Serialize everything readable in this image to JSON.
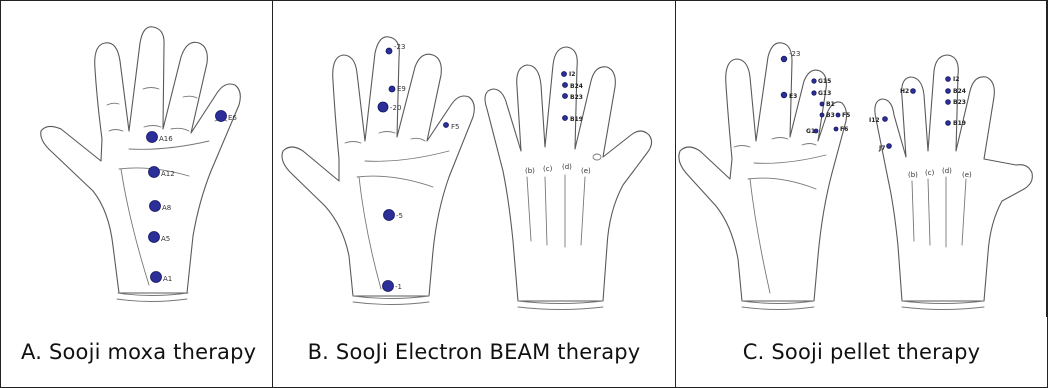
{
  "panels": [
    {
      "caption": "A. Sooji moxa therapy",
      "points": [
        "E6",
        "A16",
        "A12",
        "A8",
        "A5",
        "A1"
      ]
    },
    {
      "caption": "B. SooJi Electron BEAM therapy",
      "palm_points": [
        "-23",
        "E9",
        "-20",
        "F5",
        "-5",
        "-1"
      ],
      "back_points": [
        "I2",
        "B24",
        "B23",
        "B19"
      ]
    },
    {
      "caption": "C. Sooji pellet therapy",
      "palm_points": [
        "-23",
        "E3",
        "G15",
        "G13",
        "B1",
        "B3",
        "G1",
        "F5",
        "F6"
      ],
      "back_points": [
        "H2",
        "I2",
        "B24",
        "B23",
        "B19",
        "I12",
        "J7"
      ]
    }
  ],
  "colors": {
    "point": "#2c2f9a",
    "outline": "#5a5a5a",
    "border": "#222222"
  }
}
